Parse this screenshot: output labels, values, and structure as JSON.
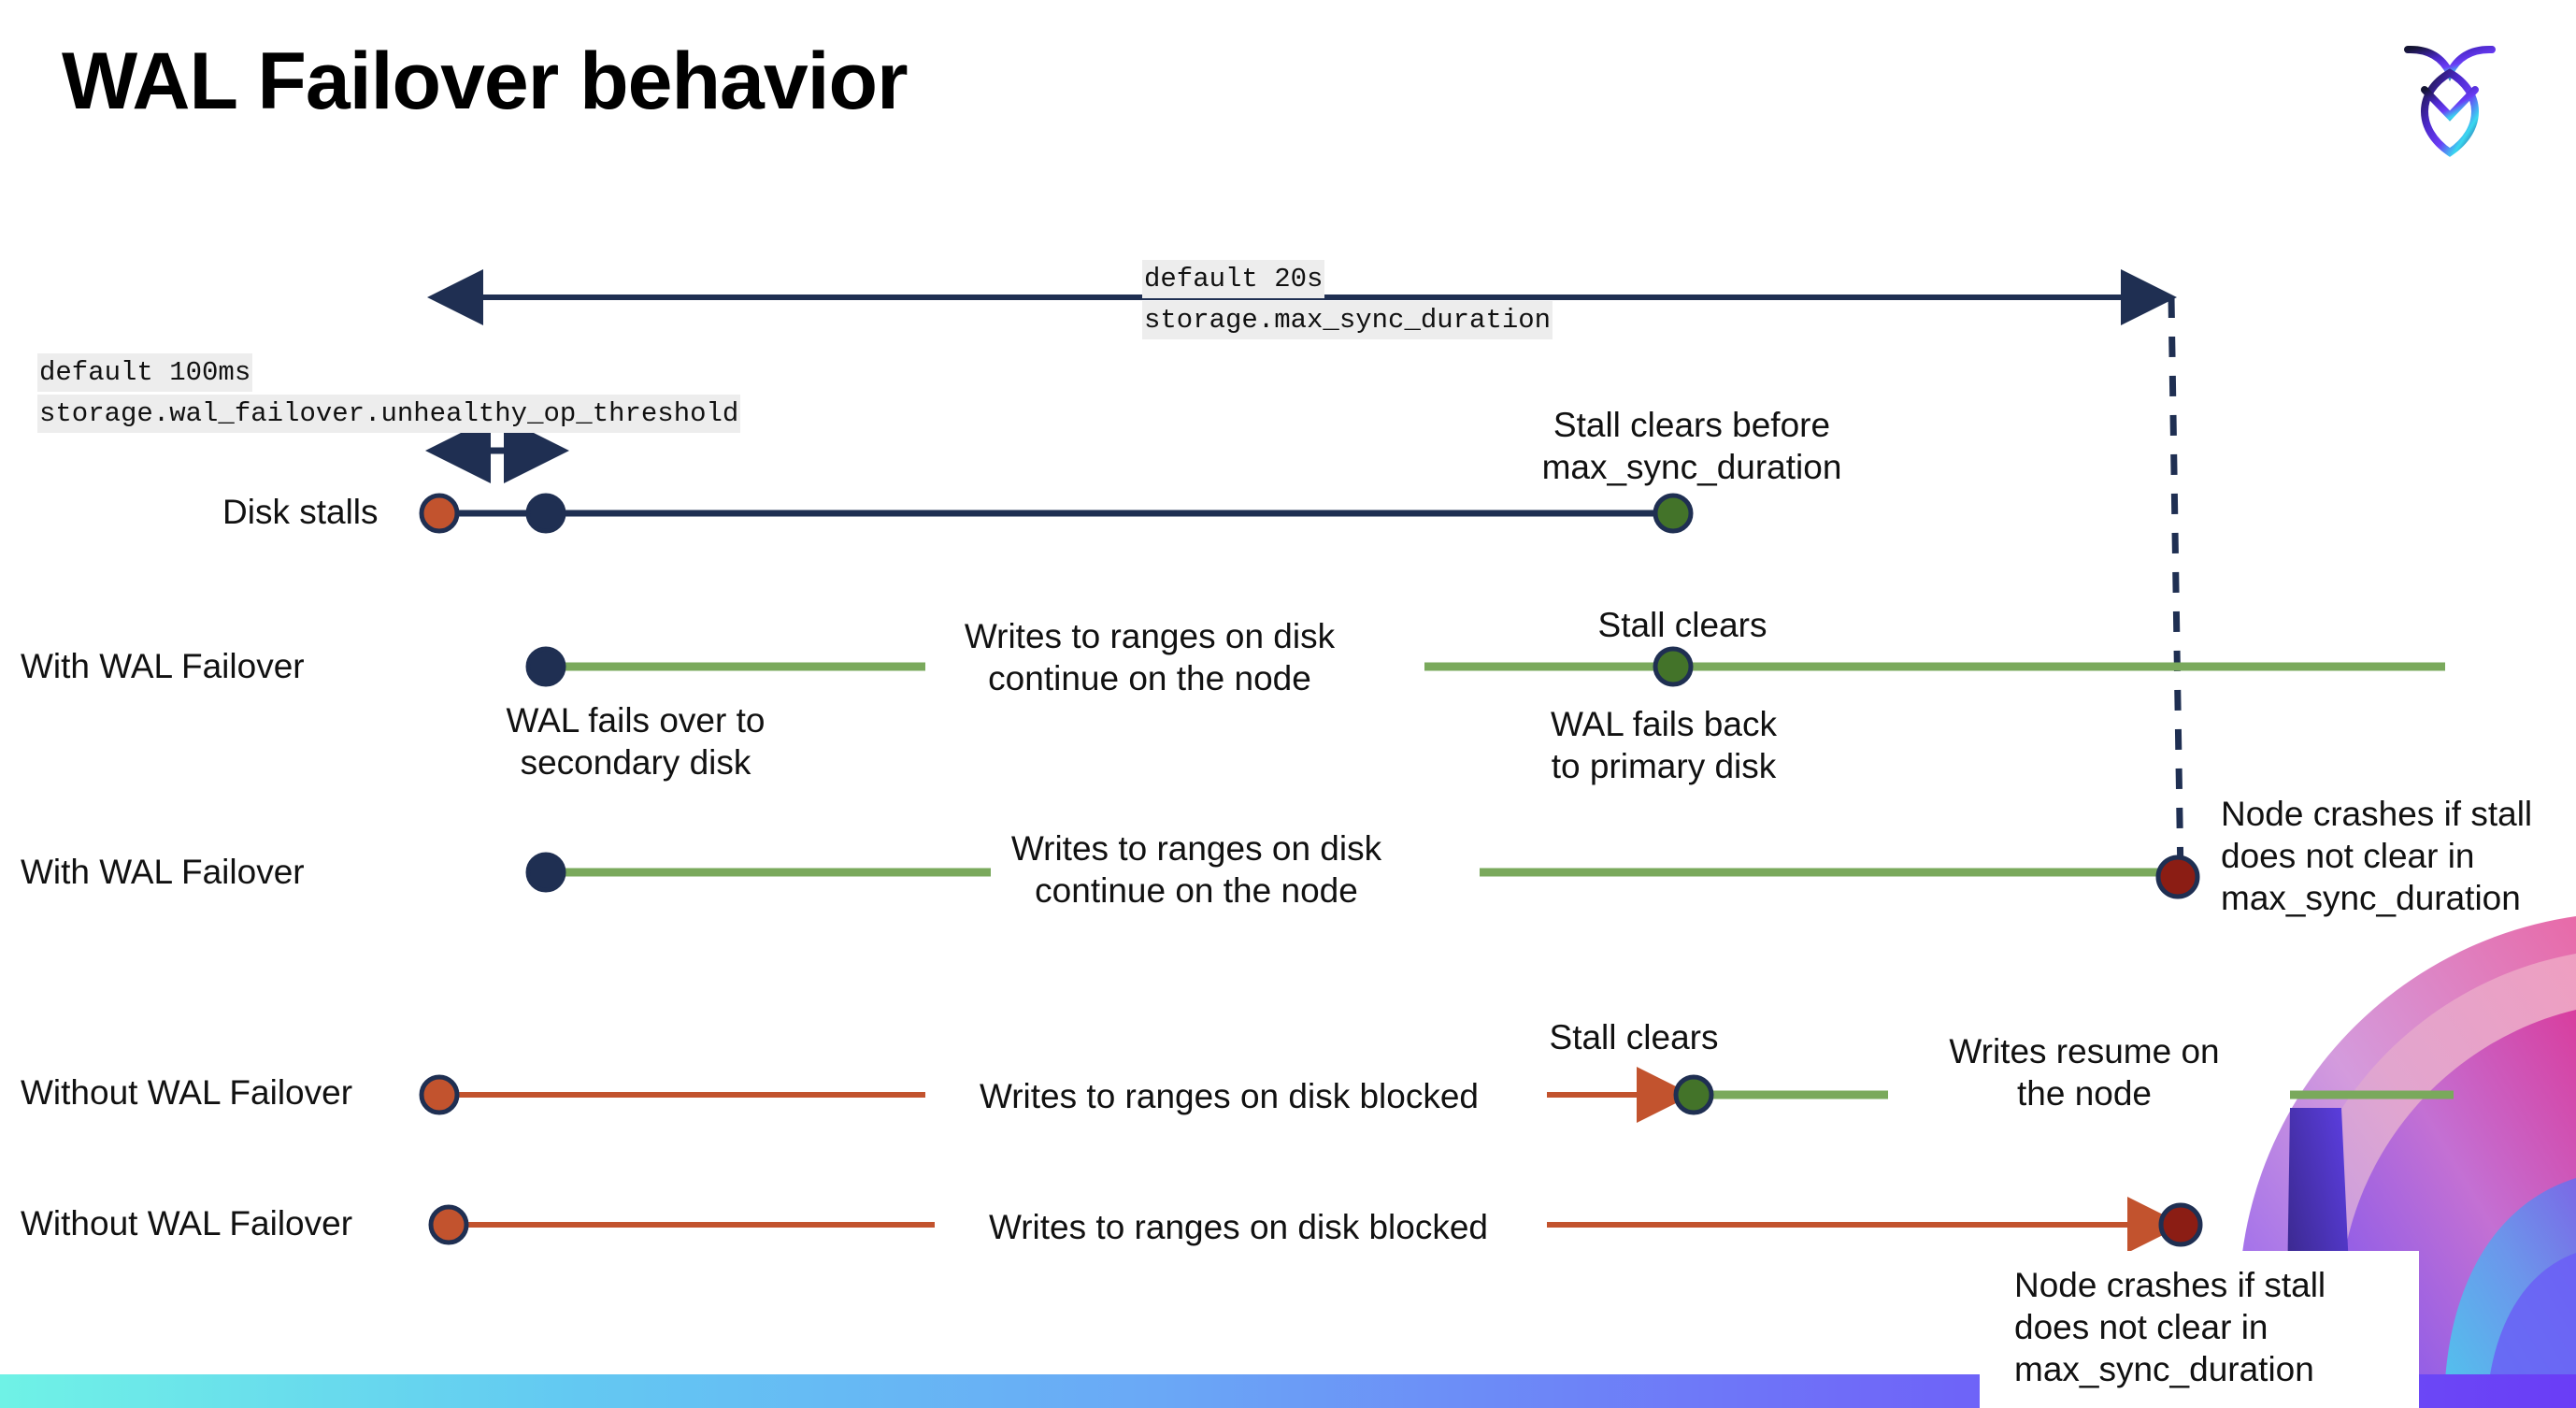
{
  "slide": {
    "title": "WAL Failover behavior",
    "logo_name": "cockroachdb-logo"
  },
  "colors": {
    "navy": "#1f2f52",
    "green_line": "#7aa95c",
    "green_dot": "#437329",
    "orange": "#c2532e",
    "dark_red": "#8b1d14",
    "code_bg": "#ededed",
    "bottom_bar_start": "#6ff2e6",
    "bottom_bar_end": "#6a3df6"
  },
  "annotations": {
    "max_sync": {
      "line1": "default 20s",
      "line2": "storage.max_sync_duration"
    },
    "unhealthy_op": {
      "line1": "default 100ms",
      "line2": "storage.wal_failover.unhealthy_op_threshold"
    }
  },
  "rows": [
    {
      "id": "disk-stalls",
      "label": "Disk stalls",
      "notes": [
        {
          "id": "stall-clears-before",
          "text": "Stall clears before\nmax_sync_duration"
        }
      ]
    },
    {
      "id": "with-wal-failover-1",
      "label": "With WAL Failover",
      "notes": [
        {
          "id": "wal-fails-over",
          "text": "WAL fails over to\nsecondary disk"
        },
        {
          "id": "writes-continue-1",
          "text": "Writes to ranges on disk\ncontinue on the node"
        },
        {
          "id": "stall-clears-1",
          "text": "Stall clears"
        },
        {
          "id": "wal-fails-back",
          "text": "WAL fails  back\nto primary disk"
        }
      ]
    },
    {
      "id": "with-wal-failover-2",
      "label": "With WAL Failover",
      "notes": [
        {
          "id": "writes-continue-2",
          "text": "Writes to ranges on disk\ncontinue on the node"
        },
        {
          "id": "node-crashes-1",
          "text": "Node crashes if stall\ndoes not clear in\nmax_sync_duration"
        }
      ]
    },
    {
      "id": "without-wal-failover-1",
      "label": "Without WAL Failover",
      "notes": [
        {
          "id": "writes-blocked-1",
          "text": "Writes to ranges on disk  blocked"
        },
        {
          "id": "stall-clears-2",
          "text": "Stall clears"
        },
        {
          "id": "writes-resume",
          "text": "Writes resume on\nthe node"
        }
      ]
    },
    {
      "id": "without-wal-failover-2",
      "label": "Without WAL Failover",
      "notes": [
        {
          "id": "writes-blocked-2",
          "text": "Writes to ranges on disk  blocked"
        },
        {
          "id": "node-crashes-2",
          "text": "Node crashes if stall\ndoes not clear in\nmax_sync_duration"
        }
      ]
    }
  ],
  "chart_data": {
    "type": "timeline",
    "title": "WAL Failover behavior",
    "time_markers": [
      {
        "name": "storage.wal_failover.unhealthy_op_threshold",
        "value": "100ms",
        "label": "default 100ms"
      },
      {
        "name": "storage.max_sync_duration",
        "value": "20s",
        "label": "default 20s"
      }
    ],
    "tracks": [
      {
        "name": "Disk stalls",
        "line_color": "#1f2f52",
        "events": [
          {
            "at": "stall-start",
            "marker": "orange-dot",
            "meaning": "disk stall begins"
          },
          {
            "at": "unhealthy-op-threshold",
            "marker": "navy-dot",
            "meaning": "unhealthy op threshold reached"
          },
          {
            "at": "stall-clear",
            "marker": "green-dot",
            "meaning": "Stall clears before max_sync_duration"
          }
        ]
      },
      {
        "name": "With WAL Failover",
        "line_color": "#7aa95c",
        "outcome": "recovers",
        "events": [
          {
            "at": "failover",
            "marker": "navy-dot",
            "meaning": "WAL fails over to secondary disk"
          },
          {
            "at": "stall-clear",
            "marker": "green-dot",
            "meaning": "Stall clears; WAL fails back to primary disk"
          }
        ]
      },
      {
        "name": "With WAL Failover",
        "line_color": "#7aa95c",
        "outcome": "crashes",
        "events": [
          {
            "at": "failover",
            "marker": "navy-dot",
            "meaning": "WAL fails over to secondary disk"
          },
          {
            "at": "max-sync-duration",
            "marker": "dark-red-dot",
            "meaning": "Node crashes if stall does not clear in max_sync_duration"
          }
        ]
      },
      {
        "name": "Without WAL Failover",
        "line_color": "#c2532e",
        "outcome": "recovers",
        "events": [
          {
            "at": "stall-start",
            "marker": "orange-dot",
            "meaning": "writes blocked"
          },
          {
            "at": "stall-clear",
            "marker": "green-dot",
            "meaning": "Stall clears; writes resume on the node"
          }
        ]
      },
      {
        "name": "Without WAL Failover",
        "line_color": "#c2532e",
        "outcome": "crashes",
        "events": [
          {
            "at": "stall-start",
            "marker": "orange-dot",
            "meaning": "writes blocked"
          },
          {
            "at": "max-sync-duration",
            "marker": "dark-red-dot",
            "meaning": "Node crashes if stall does not clear in max_sync_duration"
          }
        ]
      }
    ]
  }
}
